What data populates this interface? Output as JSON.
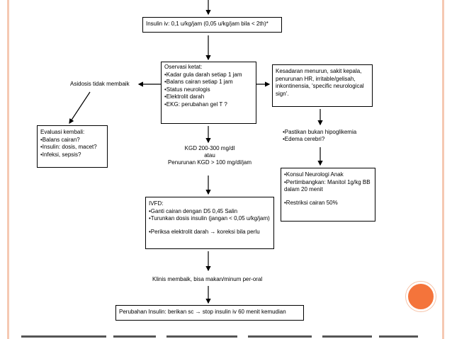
{
  "boxes": {
    "insulin": {
      "lines": [
        "Insulin iv: 0,1 u/kg/jam (0,05 u/kg/jam bila < 2th)*"
      ]
    },
    "observasi": {
      "lines": [
        "Oservasi ketat:",
        "•Kadar gula darah setiap 1 jam",
        "•Balans cairan setiap 1 jam",
        "•Status neurologis",
        "•Elektrolit darah",
        "•EKG: perubahan gel T ?"
      ]
    },
    "kesadaran": {
      "lines": [
        "Kesadaran menurun, sakit kepala,",
        "penurunan HR, irritable/gelisah,",
        "inkontinensia, 'specific neurological",
        "sign'."
      ]
    },
    "evaluasi": {
      "lines": [
        "Evaluasi kembali:",
        "•Balans cairan?",
        "•Insulin: dosis, macet?",
        "•Infeksi, sepsis?"
      ]
    },
    "konsul": {
      "lines": [
        "•Konsul Neurologi Anak",
        "•Pertimbangkan: Manitol 1g/kg BB",
        "dalam 20 menit",
        "•Restriksi cairan 50%"
      ]
    },
    "ivfd": {
      "lines": [
        "IVFD:",
        "•Ganti cairan dengan D5 0,45 Salin",
        "•Turunkan dosis insulin (jangan < 0,05 u/kg/jam)",
        "•Periksa elektrolit darah → koreksi bila perlu"
      ]
    },
    "perubahan": {
      "lines": [
        "Perubahan Insulin: berikan sc → stop insulin iv 60 menit kemudian"
      ]
    }
  },
  "labels": {
    "asidosis": "Asidosis tidak membaik",
    "kgd": [
      "KGD 200-300 mg/dl",
      "atau",
      "Penurunan KGD > 100 mg/dl/jam"
    ],
    "pastikan": [
      "•Pastikan bukan hipoglikemia",
      "•Edema cerebri?"
    ],
    "klinis": "Klinis membaik, bisa makan/minum per-oral"
  },
  "colors": {
    "accent_circle": "#f4743b",
    "accent_line": "#f5c9b3"
  }
}
